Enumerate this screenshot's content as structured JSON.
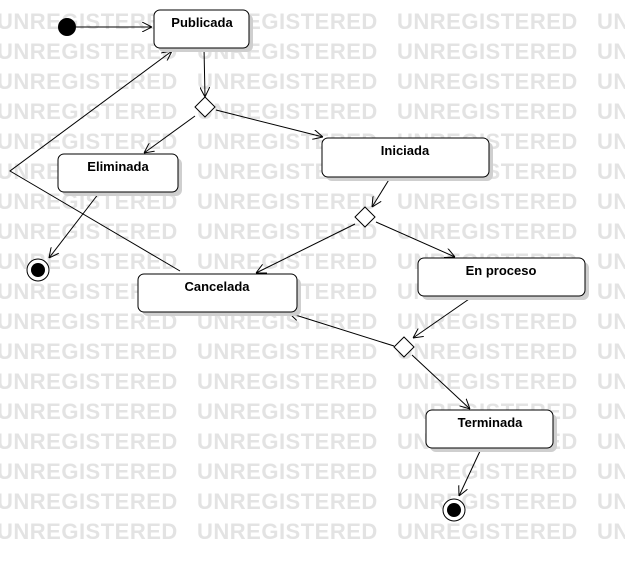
{
  "watermark": "UNREGISTERED",
  "states": {
    "publicada": "Publicada",
    "eliminada": "Eliminada",
    "iniciada": "Iniciada",
    "cancelada": "Cancelada",
    "en_proceso": "En proceso",
    "terminada": "Terminada"
  }
}
